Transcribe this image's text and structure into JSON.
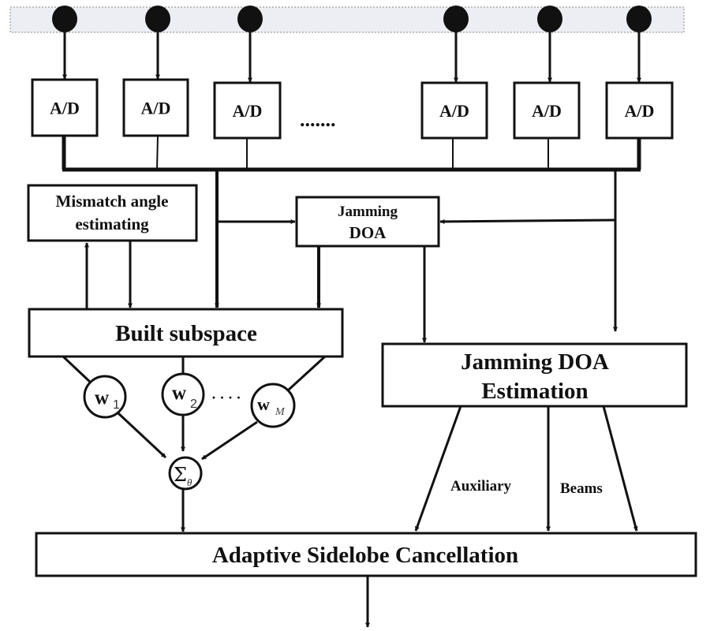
{
  "diagram": {
    "type": "block-diagram",
    "sensor_array": {
      "sensor_count_shown": 6,
      "band_color": "#eceef3"
    },
    "ad_converters": [
      {
        "label": "A/D"
      },
      {
        "label": "A/D"
      },
      {
        "label": "A/D"
      },
      {
        "label": "A/D"
      },
      {
        "label": "A/D"
      },
      {
        "label": "A/D"
      }
    ],
    "ellipsis_between_ad": ".......",
    "mismatch_box": {
      "line1": "Mismatch angle",
      "line2": "estimating"
    },
    "jamming_doa_small": {
      "line1": "Jamming",
      "line2": "DOA"
    },
    "built_subspace": {
      "label": "Built subspace"
    },
    "jamming_doa_estimation": {
      "line1": "Jamming DOA",
      "line2": "Estimation"
    },
    "weights": [
      {
        "base": "w",
        "sub": "1"
      },
      {
        "base": "w",
        "sub": "2"
      },
      {
        "base": "w",
        "sub": "M"
      }
    ],
    "weights_ellipsis": "· · · ·",
    "summer": {
      "base": "Σ",
      "sub": "θ"
    },
    "branch_labels": {
      "auxiliary": "Auxiliary",
      "beams": "Beams"
    },
    "asc_box": {
      "label": "Adaptive Sidelobe Cancellation"
    }
  }
}
